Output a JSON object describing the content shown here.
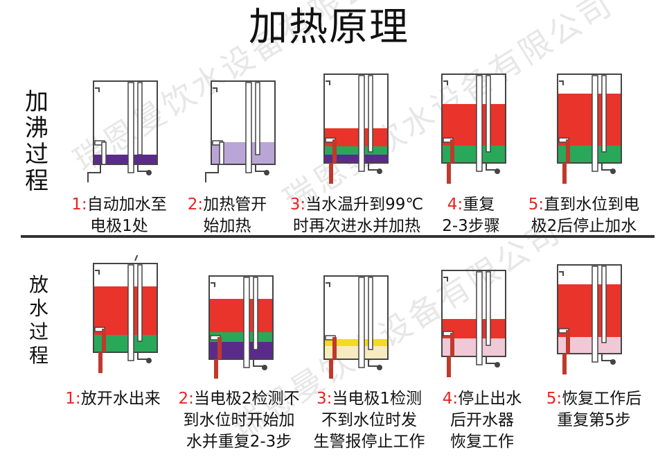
{
  "title": "加热原理",
  "sections": {
    "boiling": {
      "chars": [
        "加",
        "沸",
        "过",
        "程"
      ]
    },
    "draining": {
      "chars": [
        "放",
        "水",
        "过",
        "程"
      ]
    }
  },
  "boiling_steps": [
    {
      "num": "1:",
      "line1": "自动加水至",
      "line2": "电极1处"
    },
    {
      "num": "2:",
      "line1": "加热管开",
      "line2": "始加热"
    },
    {
      "num": "3:",
      "line1": "当水温升到99℃",
      "line2": "时再次进水并加热"
    },
    {
      "num": "4:",
      "line1": "重复",
      "line2": "2-3步骤"
    },
    {
      "num": "5:",
      "line1": "直到水位到电",
      "line2": "极2后停止加水"
    }
  ],
  "draining_steps": [
    {
      "num": "1:",
      "line1": "放开水出来",
      "line2": "",
      "line3": ""
    },
    {
      "num": "2:",
      "line1": "当电极2检测不",
      "line2": "到水位时开始加",
      "line3": "水并重复2-3步"
    },
    {
      "num": "3:",
      "line1": "当电极1检测",
      "line2": "不到水位时发",
      "line3": "生警报停止工作"
    },
    {
      "num": "4:",
      "line1": "停止出水",
      "line2": "后开水器",
      "line3": "恢复工作"
    },
    {
      "num": "5:",
      "line1": "恢复工作后",
      "line2": "重复第5步",
      "line3": ""
    }
  ],
  "watermark_text": "瑞恩曼饮水设备有限公司",
  "colors": {
    "hot_water": "#e8342a",
    "cold_water": "#29a85a",
    "low_level": "#5b2b8c",
    "light_water": "#b9a6d6",
    "warning_layer": "#f2dc1e",
    "pink_layer": "#f1c8d6",
    "outline": "#444444",
    "pipe": "#c0392b",
    "caption_number": "#e8231f"
  }
}
